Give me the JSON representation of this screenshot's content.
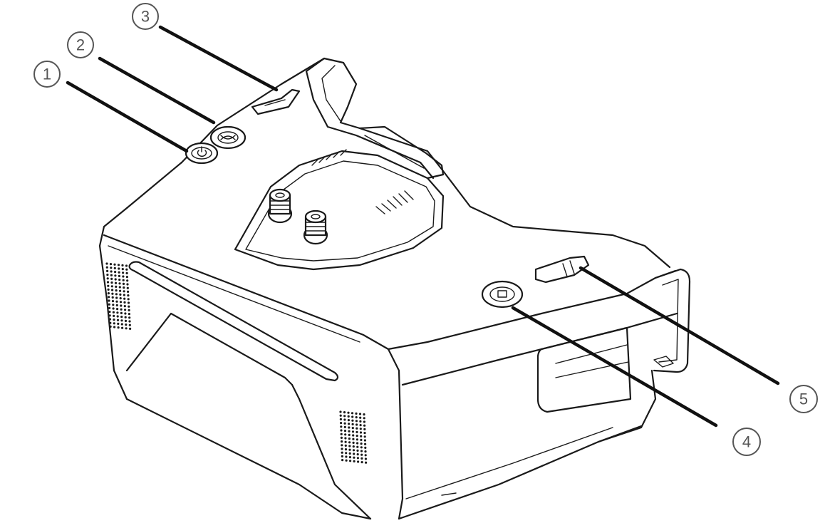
{
  "callouts": [
    {
      "number": "1"
    },
    {
      "number": "2"
    },
    {
      "number": "3"
    },
    {
      "number": "4"
    },
    {
      "number": "5"
    }
  ],
  "colors": {
    "line": "#1a1a1a",
    "callout": "#555555",
    "background": "#ffffff"
  }
}
